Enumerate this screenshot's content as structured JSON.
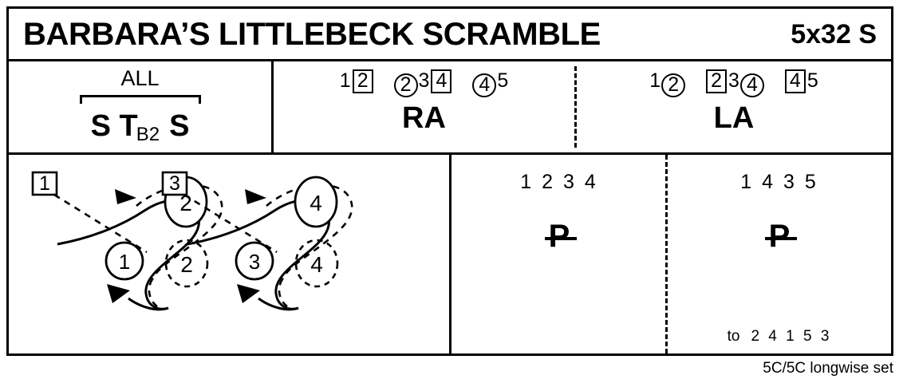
{
  "header": {
    "title": "BARBARA’S LITTLEBECK SCRAMBLE",
    "meta": "5x32 S"
  },
  "row1": {
    "cell_all": {
      "label": "ALL",
      "formula_lead": "S T",
      "formula_sub": "B2",
      "formula_tail": "S"
    },
    "cell_ra": {
      "positions": [
        {
          "text": "1",
          "style": "plain"
        },
        {
          "text": "2",
          "style": "boxed"
        },
        {
          "text": "2",
          "style": "circled"
        },
        {
          "text": "3",
          "style": "plain"
        },
        {
          "text": "4",
          "style": "boxed"
        },
        {
          "text": "4",
          "style": "circled"
        },
        {
          "text": "5",
          "style": "plain"
        }
      ],
      "formation": "RA"
    },
    "cell_la": {
      "positions": [
        {
          "text": "1",
          "style": "plain"
        },
        {
          "text": "2",
          "style": "circled"
        },
        {
          "text": "2",
          "style": "boxed"
        },
        {
          "text": "3",
          "style": "plain"
        },
        {
          "text": "4",
          "style": "circled"
        },
        {
          "text": "4",
          "style": "boxed"
        },
        {
          "text": "5",
          "style": "plain"
        }
      ],
      "formation": "LA"
    }
  },
  "row2": {
    "cell_diagram": {
      "figures": [
        {
          "name": "figure-eight-1-2",
          "man_box": "1",
          "lady_top_circle": "2",
          "man_circle": "1",
          "lady_ghost_circle": "2"
        },
        {
          "name": "figure-eight-3-4",
          "man_box": "3",
          "lady_top_circle": "4",
          "man_circle": "3",
          "lady_ghost_circle": "4"
        }
      ]
    },
    "cell_p1": {
      "positions": "1 2   3 4",
      "symbol": "P"
    },
    "cell_p2": {
      "positions": "1 4   3 5",
      "symbol": "P",
      "to_word": "to",
      "to_order": "2 4 1 5 3"
    }
  },
  "footer": {
    "note": "5C/5C longwise set"
  },
  "colors": {
    "ink": "#000000",
    "paper": "#ffffff"
  }
}
